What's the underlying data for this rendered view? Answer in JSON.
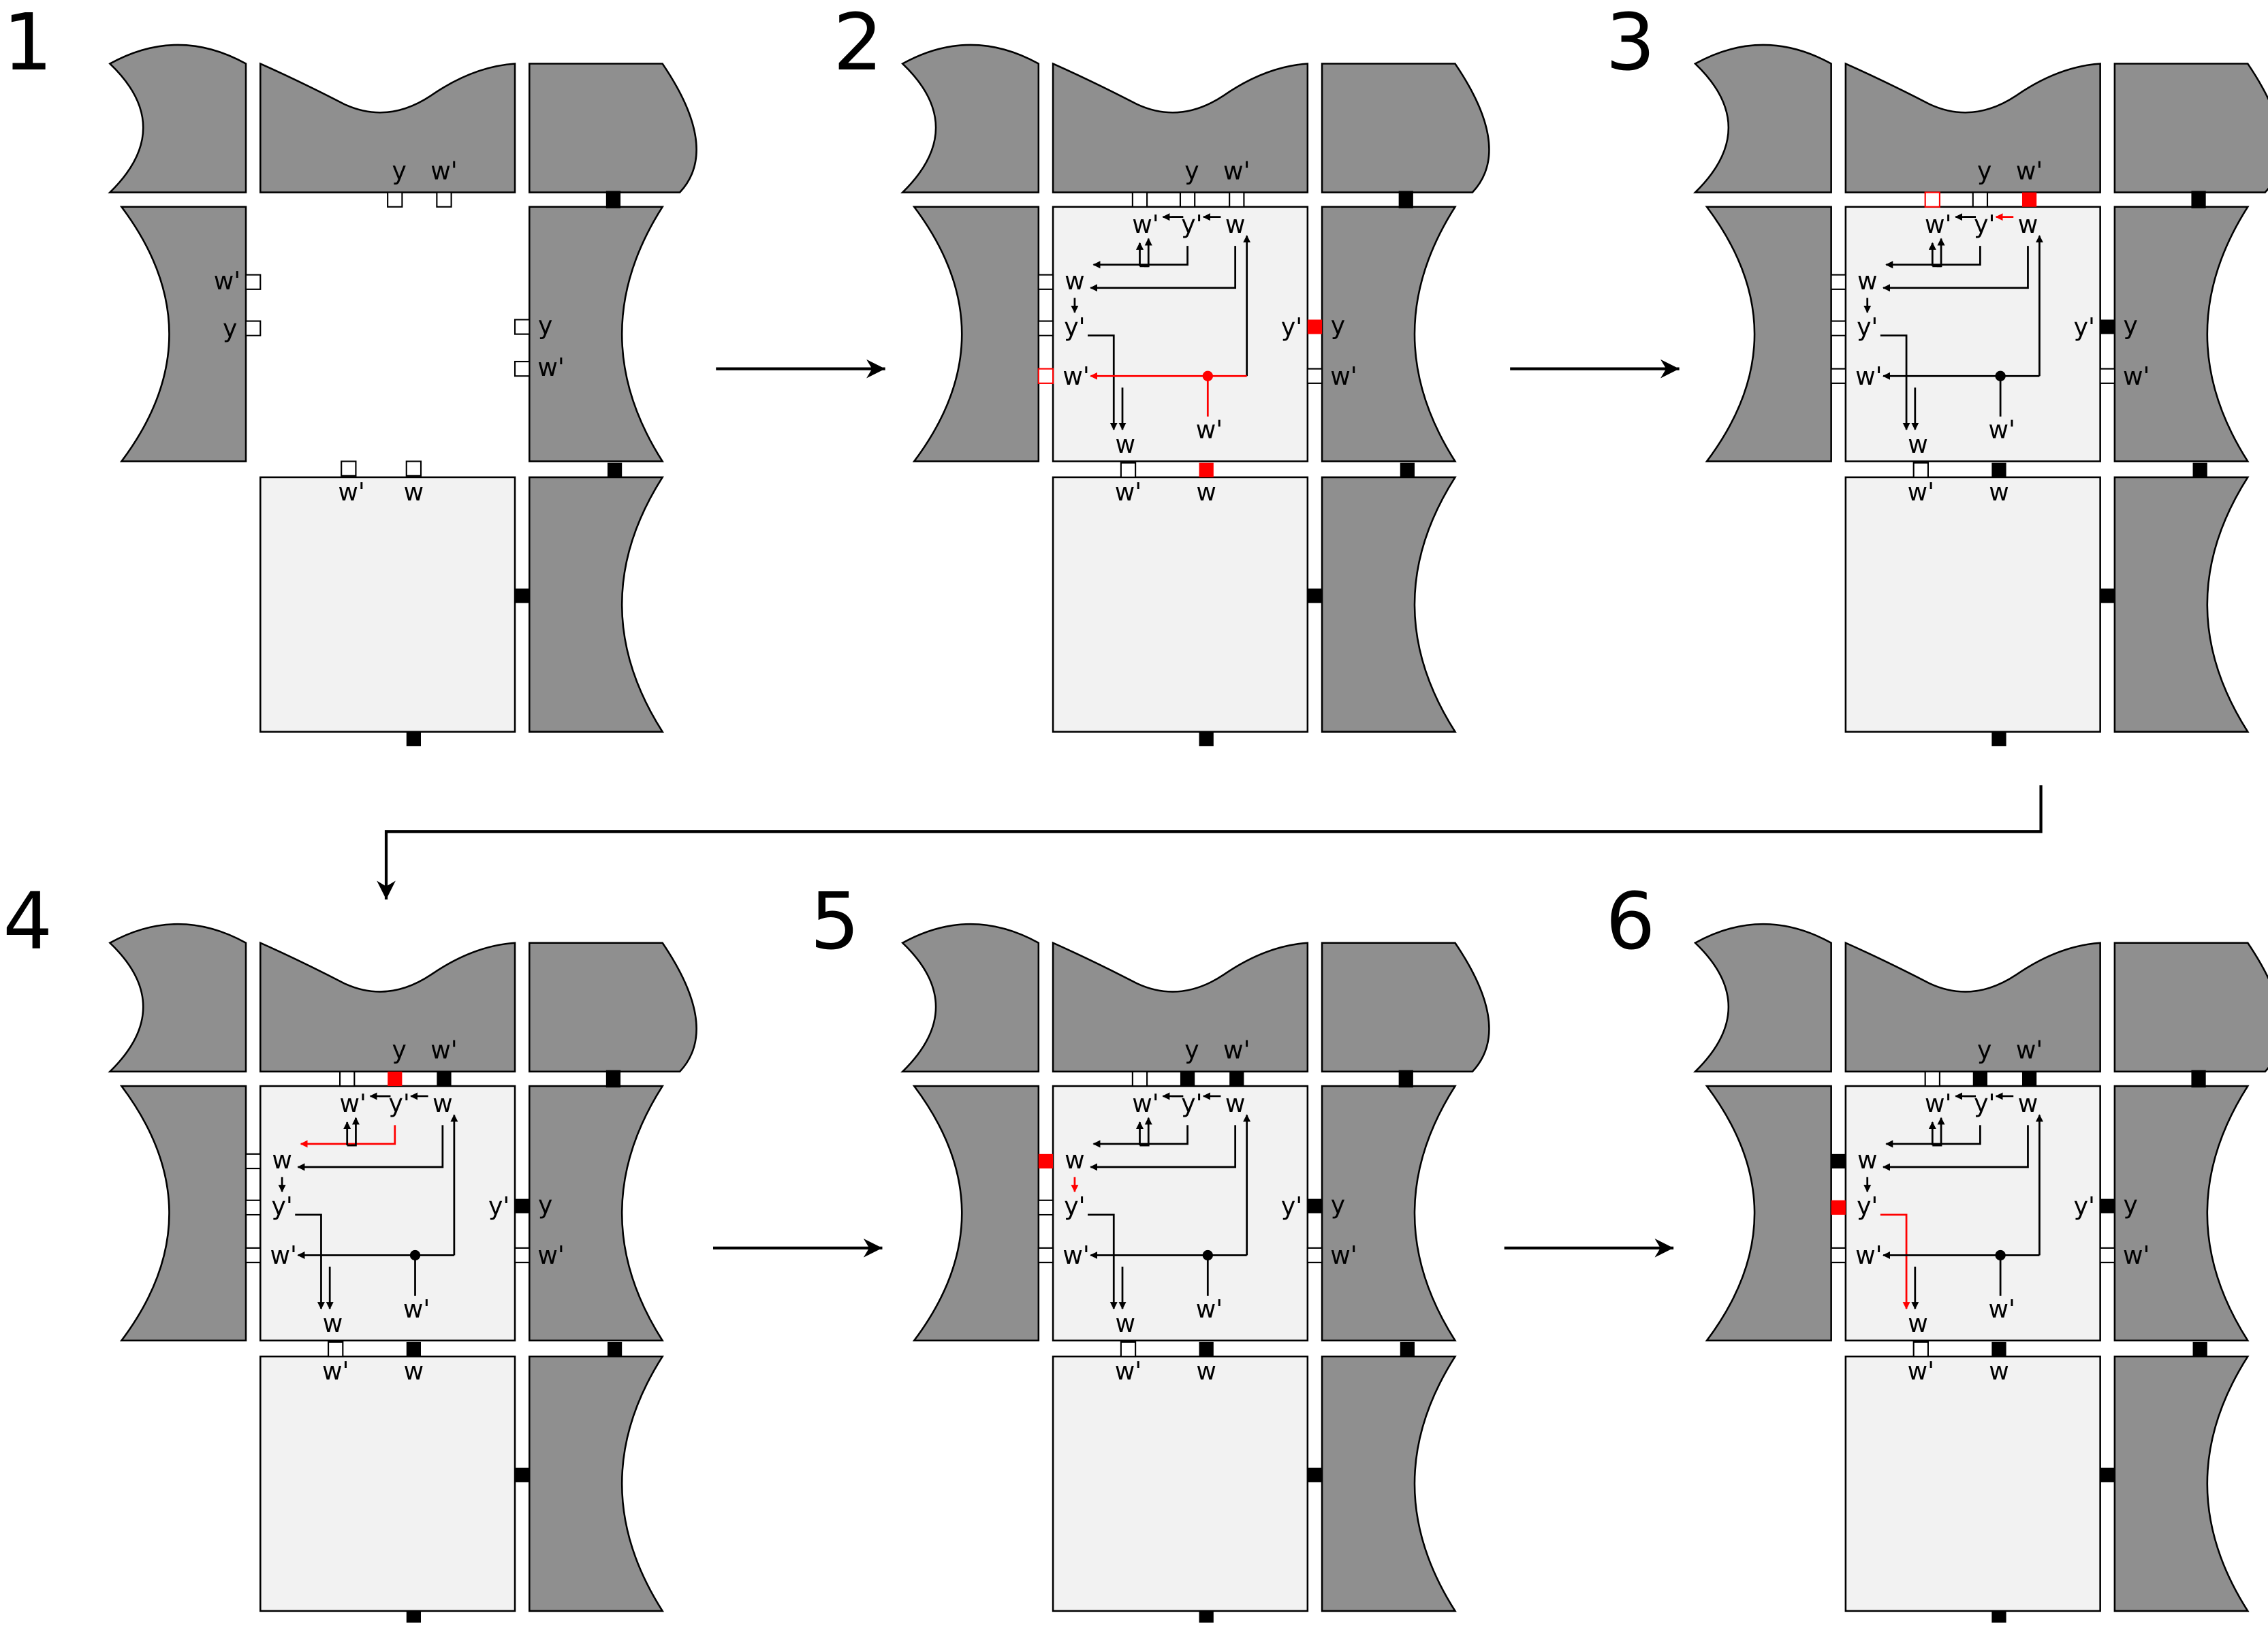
{
  "steps": [
    {
      "number": "1"
    },
    {
      "number": "2"
    },
    {
      "number": "3"
    },
    {
      "number": "4"
    },
    {
      "number": "5"
    },
    {
      "number": "6"
    }
  ],
  "labels": {
    "y": "y",
    "y_prime": "y'",
    "w": "w",
    "w_prime": "w'"
  },
  "colors": {
    "tile_dark": "#8f8f8f",
    "tile_light": "#f2f2f2",
    "highlight": "#ff0000",
    "stroke": "#000000"
  }
}
